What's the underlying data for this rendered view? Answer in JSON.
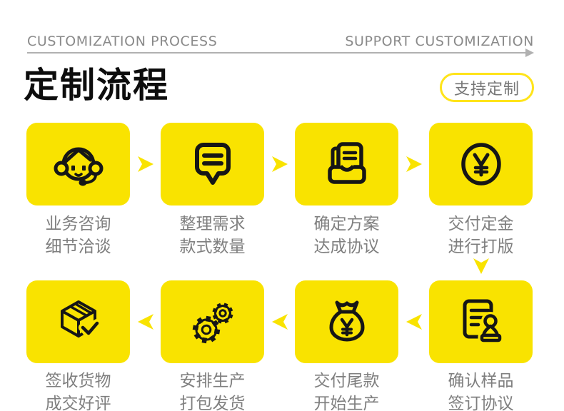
{
  "header": {
    "left_label": "CUSTOMIZATION PROCESS",
    "right_label": "SUPPORT CUSTOMIZATION"
  },
  "title": {
    "text": "定制流程"
  },
  "badge": {
    "text": "支持定制"
  },
  "colors": {
    "tile": "#f9e300",
    "badge": "#ffe41a",
    "ink": "#161616",
    "caption": "#7f7f7f",
    "hdr": "#8a8a8a",
    "line": "#b1b1b1"
  },
  "steps": [
    {
      "icon": "customer-service-icon",
      "line1": "业务咨询",
      "line2": "细节洽谈"
    },
    {
      "icon": "chat-bubble-icon",
      "line1": "整理需求",
      "line2": "款式数量"
    },
    {
      "icon": "document-tray-icon",
      "line1": "确定方案",
      "line2": "达成协议"
    },
    {
      "icon": "yen-coin-icon",
      "line1": "交付定金",
      "line2": "进行打版"
    },
    {
      "icon": "stamp-document-icon",
      "line1": "确认样品",
      "line2": "签订协议"
    },
    {
      "icon": "money-bag-icon",
      "line1": "交付尾款",
      "line2": "开始生产"
    },
    {
      "icon": "gears-icon",
      "line1": "安排生产",
      "line2": "打包发货"
    },
    {
      "icon": "box-check-icon",
      "line1": "签收货物",
      "line2": "成交好评"
    }
  ]
}
